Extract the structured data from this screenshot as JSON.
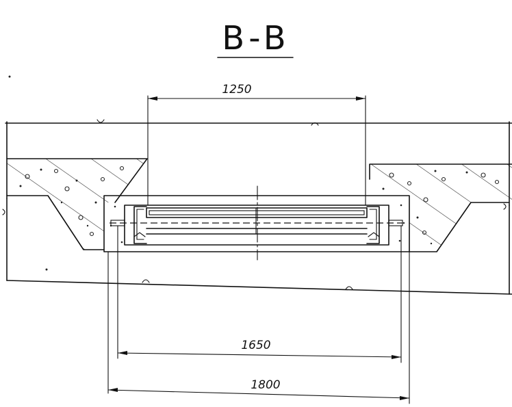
{
  "section_title": "B-B",
  "dimensions": {
    "top_width": "1250",
    "inner_width": "1650",
    "outer_width": "1800"
  }
}
